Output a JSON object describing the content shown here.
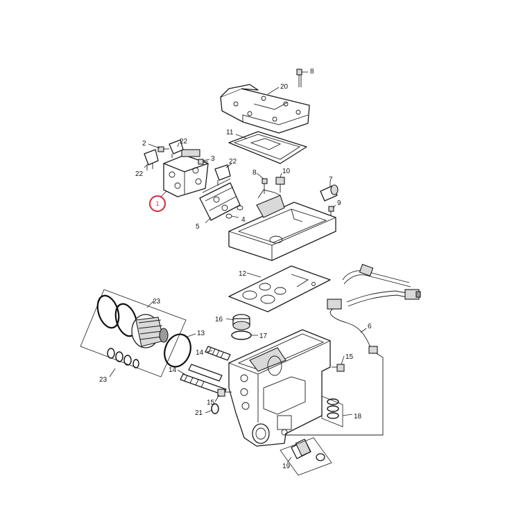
{
  "diagram": {
    "colors": {
      "line": "#1a1a1a",
      "highlight": "#d23a4a",
      "background": "#ffffff"
    },
    "highlighted_part": "1",
    "callouts": {
      "c1": "1",
      "c2": "2",
      "c3": "3",
      "c4": "4",
      "c5": "5",
      "c6": "6",
      "c7": "7",
      "c8a": "8",
      "c8b": "8",
      "c9": "9",
      "c10": "10",
      "c11": "11",
      "c12": "12",
      "c13": "13",
      "c14a": "14",
      "c14b": "14",
      "c15a": "15",
      "c15b": "15",
      "c16": "16",
      "c17": "17",
      "c18": "18",
      "c19": "19",
      "c20": "20",
      "c21": "21",
      "c22a": "22",
      "c22b": "22",
      "c22c": "22",
      "c23a": "23",
      "c23b": "23"
    }
  }
}
